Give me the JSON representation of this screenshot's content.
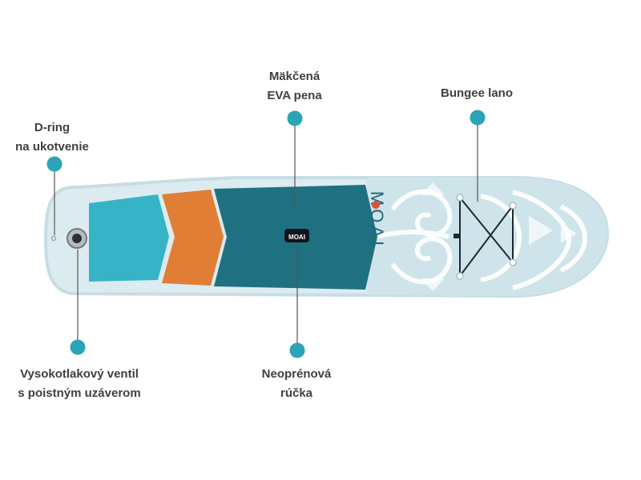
{
  "callouts": {
    "d_ring": {
      "line1": "D-ring",
      "line2": "na ukotvenie"
    },
    "eva_foam": {
      "line1": "Mäkčená",
      "line2": "EVA pena"
    },
    "bungee": {
      "line1": "Bungee lano"
    },
    "valve": {
      "line1": "Vysokotlakový ventil",
      "line2": "s poistným uzáverom"
    },
    "handle": {
      "line1": "Neoprénová",
      "line2": "rúčka"
    }
  },
  "board": {
    "logo": "MOAI",
    "handle_logo": "MOAI"
  },
  "colors": {
    "marker": "#2aa4b6",
    "leader_line": "#555555",
    "board_outline": "#c6dde4",
    "board_body": "#dcebf0",
    "pattern_base": "#cfe4ea",
    "pattern_stroke": "#ffffff",
    "stripe_light_teal": "#37b3c7",
    "stripe_orange": "#e07e35",
    "deck_pad": "#1f7181",
    "logo_red": "#d9533a"
  }
}
